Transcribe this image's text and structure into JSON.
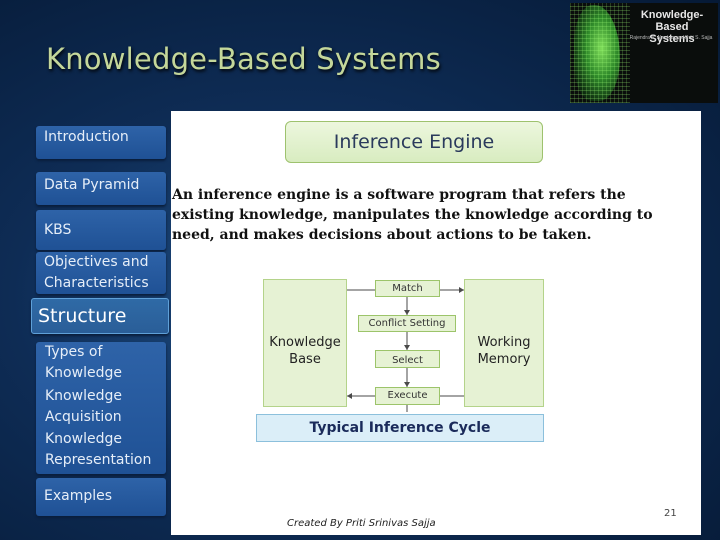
{
  "title": "Knowledge-Based  Systems",
  "cover": {
    "title_line1": "Knowledge-Based",
    "title_line2": "Systems",
    "authors": "Rajendra A. Akerkar and Priti S. Sajja"
  },
  "sidebar": {
    "items": [
      {
        "label": "Introduction"
      },
      {
        "label": "Data Pyramid"
      },
      {
        "label": "KBS"
      },
      {
        "label": "Objectives and"
      },
      {
        "label": "Characteristics"
      },
      {
        "label": "Structure"
      },
      {
        "label": "Types of"
      },
      {
        "label": "Knowledge"
      },
      {
        "label": "Knowledge"
      },
      {
        "label": "Acquisition"
      },
      {
        "label": "Knowledge"
      },
      {
        "label": "Representation"
      },
      {
        "label": "Examples"
      }
    ],
    "active_index": 5
  },
  "content": {
    "heading": "Inference Engine",
    "description": "An inference engine is a software program that refers the existing knowledge, manipulates the knowledge according to need, and makes decisions about actions to be taken.",
    "diagram": {
      "left_box": [
        "Knowledge",
        "Base"
      ],
      "right_box": [
        "Working",
        "Memory"
      ],
      "steps": [
        "Match",
        "Conflict Setting",
        "Select",
        "Execute"
      ],
      "caption": "Typical Inference Cycle"
    },
    "credit": "Created By Priti Srinivas Sajja",
    "page_number": "21"
  },
  "colors": {
    "title": "#c4d79a",
    "sidebar": "#2e63a8",
    "diagram_fill": "#e6f2d4",
    "caption_fill": "#dbeef8"
  }
}
